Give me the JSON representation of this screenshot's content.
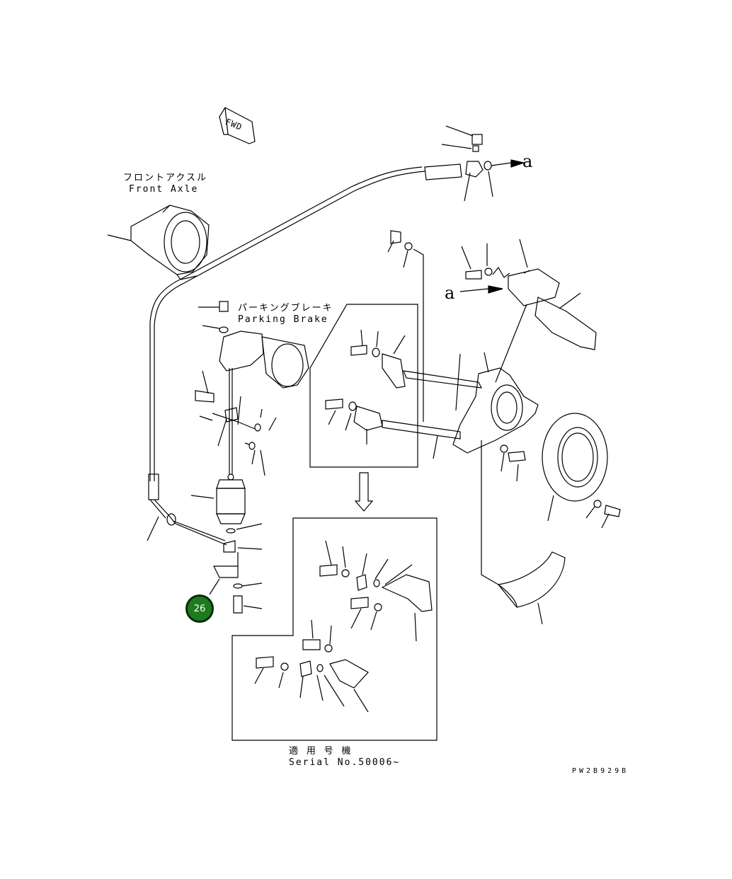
{
  "labels": {
    "front_axle_jp": "フロントアクスル",
    "front_axle_en": "Front Axle",
    "parking_brake_jp": "パーキングブレーキ",
    "parking_brake_en": "Parking Brake",
    "applicable_jp": "適 用 号 機",
    "serial": "Serial No.50006~",
    "drawing_code": "PW2B929B",
    "fwd": "FWD",
    "ref_a_top": "a",
    "ref_a_mid": "a"
  },
  "callout": {
    "number": "26",
    "color": "#1e7a1e"
  }
}
